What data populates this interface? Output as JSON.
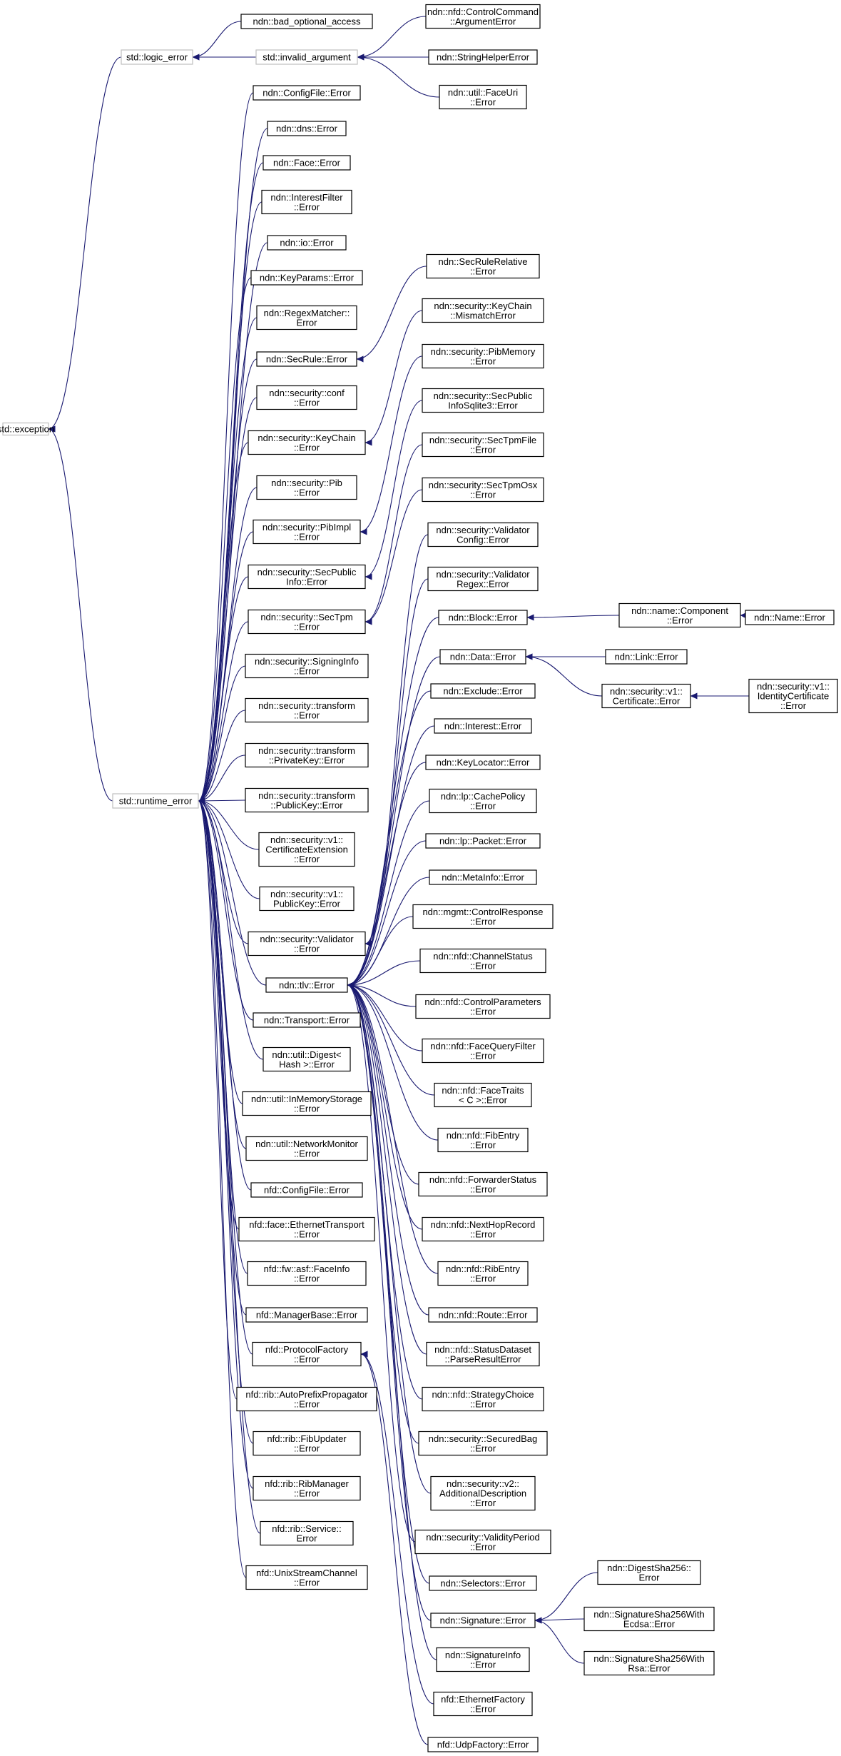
{
  "colors": {
    "edge": "#191970",
    "border": "#000000",
    "external_border": "#bfbfbf",
    "background": "#ffffff"
  },
  "nodes": [
    {
      "id": "std_exception",
      "lines": [
        "std::exception"
      ],
      "external": true
    },
    {
      "id": "std_logic_error",
      "lines": [
        "std::logic_error"
      ],
      "external": true
    },
    {
      "id": "std_runtime_error",
      "lines": [
        "std::runtime_error"
      ],
      "external": true
    },
    {
      "id": "bad_optional_access",
      "lines": [
        "ndn::bad_optional_access"
      ]
    },
    {
      "id": "std_invalid_argument",
      "lines": [
        "std::invalid_argument"
      ],
      "external": true
    },
    {
      "id": "controlcommand_argerr",
      "lines": [
        "ndn::nfd::ControlCommand",
        "::ArgumentError"
      ]
    },
    {
      "id": "stringhelper_err",
      "lines": [
        "ndn::StringHelperError"
      ]
    },
    {
      "id": "faceuri_err",
      "lines": [
        "ndn::util::FaceUri",
        "::Error"
      ]
    },
    {
      "id": "configfile_err",
      "lines": [
        "ndn::ConfigFile::Error"
      ]
    },
    {
      "id": "dns_err",
      "lines": [
        "ndn::dns::Error"
      ]
    },
    {
      "id": "face_err",
      "lines": [
        "ndn::Face::Error"
      ]
    },
    {
      "id": "interestfilter_err",
      "lines": [
        "ndn::InterestFilter",
        "::Error"
      ]
    },
    {
      "id": "io_err",
      "lines": [
        "ndn::io::Error"
      ]
    },
    {
      "id": "keyparams_err",
      "lines": [
        "ndn::KeyParams::Error"
      ]
    },
    {
      "id": "regexmatcher_err",
      "lines": [
        "ndn::RegexMatcher::",
        "Error"
      ]
    },
    {
      "id": "secrule_err",
      "lines": [
        "ndn::SecRule::Error"
      ]
    },
    {
      "id": "security_conf_err",
      "lines": [
        "ndn::security::conf",
        "::Error"
      ]
    },
    {
      "id": "keychain_err",
      "lines": [
        "ndn::security::KeyChain",
        "::Error"
      ]
    },
    {
      "id": "pib_err",
      "lines": [
        "ndn::security::Pib",
        "::Error"
      ]
    },
    {
      "id": "pibimpl_err",
      "lines": [
        "ndn::security::PibImpl",
        "::Error"
      ]
    },
    {
      "id": "secpublicinfo_err",
      "lines": [
        "ndn::security::SecPublic",
        "Info::Error"
      ]
    },
    {
      "id": "sectpm_err",
      "lines": [
        "ndn::security::SecTpm",
        "::Error"
      ]
    },
    {
      "id": "signinginfo_err",
      "lines": [
        "ndn::security::SigningInfo",
        "::Error"
      ]
    },
    {
      "id": "transform_err",
      "lines": [
        "ndn::security::transform",
        "::Error"
      ]
    },
    {
      "id": "transform_privkey_err",
      "lines": [
        "ndn::security::transform",
        "::PrivateKey::Error"
      ]
    },
    {
      "id": "transform_pubkey_err",
      "lines": [
        "ndn::security::transform",
        "::PublicKey::Error"
      ]
    },
    {
      "id": "v1_certext_err",
      "lines": [
        "ndn::security::v1::",
        "CertificateExtension",
        "::Error"
      ]
    },
    {
      "id": "v1_pubkey_err",
      "lines": [
        "ndn::security::v1::",
        "PublicKey::Error"
      ]
    },
    {
      "id": "validator_err",
      "lines": [
        "ndn::security::Validator",
        "::Error"
      ]
    },
    {
      "id": "tlv_err",
      "lines": [
        "ndn::tlv::Error"
      ]
    },
    {
      "id": "transport_err",
      "lines": [
        "ndn::Transport::Error"
      ]
    },
    {
      "id": "digest_err",
      "lines": [
        "ndn::util::Digest<",
        "Hash >::Error"
      ]
    },
    {
      "id": "inmemorystorage_err",
      "lines": [
        "ndn::util::InMemoryStorage",
        "::Error"
      ]
    },
    {
      "id": "networkmonitor_err",
      "lines": [
        "ndn::util::NetworkMonitor",
        "::Error"
      ]
    },
    {
      "id": "nfd_configfile_err",
      "lines": [
        "nfd::ConfigFile::Error"
      ]
    },
    {
      "id": "ethernettransport_err",
      "lines": [
        "nfd::face::EthernetTransport",
        "::Error"
      ]
    },
    {
      "id": "faceinfo_err",
      "lines": [
        "nfd::fw::asf::FaceInfo",
        "::Error"
      ]
    },
    {
      "id": "managerbase_err",
      "lines": [
        "nfd::ManagerBase::Error"
      ]
    },
    {
      "id": "protocolfactory_err",
      "lines": [
        "nfd::ProtocolFactory",
        "::Error"
      ]
    },
    {
      "id": "autoprefix_err",
      "lines": [
        "nfd::rib::AutoPrefixPropagator",
        "::Error"
      ]
    },
    {
      "id": "fibupdater_err",
      "lines": [
        "nfd::rib::FibUpdater",
        "::Error"
      ]
    },
    {
      "id": "ribmanager_err",
      "lines": [
        "nfd::rib::RibManager",
        "::Error"
      ]
    },
    {
      "id": "rib_service_err",
      "lines": [
        "nfd::rib::Service::",
        "Error"
      ]
    },
    {
      "id": "unixstream_err",
      "lines": [
        "nfd::UnixStreamChannel",
        "::Error"
      ]
    },
    {
      "id": "secrulerelative_err",
      "lines": [
        "ndn::SecRuleRelative",
        "::Error"
      ]
    },
    {
      "id": "keychain_mismatch",
      "lines": [
        "ndn::security::KeyChain",
        "::MismatchError"
      ]
    },
    {
      "id": "pibmemory_err",
      "lines": [
        "ndn::security::PibMemory",
        "::Error"
      ]
    },
    {
      "id": "secpublicsqlite_err",
      "lines": [
        "ndn::security::SecPublic",
        "InfoSqlite3::Error"
      ]
    },
    {
      "id": "sectpmfile_err",
      "lines": [
        "ndn::security::SecTpmFile",
        "::Error"
      ]
    },
    {
      "id": "sectpmosx_err",
      "lines": [
        "ndn::security::SecTpmOsx",
        "::Error"
      ]
    },
    {
      "id": "validatorconfig_err",
      "lines": [
        "ndn::security::Validator",
        "Config::Error"
      ]
    },
    {
      "id": "validatorregex_err",
      "lines": [
        "ndn::security::Validator",
        "Regex::Error"
      ]
    },
    {
      "id": "block_err",
      "lines": [
        "ndn::Block::Error"
      ]
    },
    {
      "id": "component_err",
      "lines": [
        "ndn::name::Component",
        "::Error"
      ]
    },
    {
      "id": "name_err",
      "lines": [
        "ndn::Name::Error"
      ]
    },
    {
      "id": "data_err",
      "lines": [
        "ndn::Data::Error"
      ]
    },
    {
      "id": "link_err",
      "lines": [
        "ndn::Link::Error"
      ]
    },
    {
      "id": "v1_cert_err",
      "lines": [
        "ndn::security::v1::",
        "Certificate::Error"
      ]
    },
    {
      "id": "v1_identcert_err",
      "lines": [
        "ndn::security::v1::",
        "IdentityCertificate",
        "::Error"
      ]
    },
    {
      "id": "exclude_err",
      "lines": [
        "ndn::Exclude::Error"
      ]
    },
    {
      "id": "interest_err",
      "lines": [
        "ndn::Interest::Error"
      ]
    },
    {
      "id": "keylocator_err",
      "lines": [
        "ndn::KeyLocator::Error"
      ]
    },
    {
      "id": "lp_cachepolicy_err",
      "lines": [
        "ndn::lp::CachePolicy",
        "::Error"
      ]
    },
    {
      "id": "lp_packet_err",
      "lines": [
        "ndn::lp::Packet::Error"
      ]
    },
    {
      "id": "metainfo_err",
      "lines": [
        "ndn::MetaInfo::Error"
      ]
    },
    {
      "id": "controlresponse_err",
      "lines": [
        "ndn::mgmt::ControlResponse",
        "::Error"
      ]
    },
    {
      "id": "channelstatus_err",
      "lines": [
        "ndn::nfd::ChannelStatus",
        "::Error"
      ]
    },
    {
      "id": "controlparams_err",
      "lines": [
        "ndn::nfd::ControlParameters",
        "::Error"
      ]
    },
    {
      "id": "facequeryfilter_err",
      "lines": [
        "ndn::nfd::FaceQueryFilter",
        "::Error"
      ]
    },
    {
      "id": "facetraits_err",
      "lines": [
        "ndn::nfd::FaceTraits",
        "< C >::Error"
      ]
    },
    {
      "id": "fibentry_err",
      "lines": [
        "ndn::nfd::FibEntry",
        "::Error"
      ]
    },
    {
      "id": "forwarderstatus_err",
      "lines": [
        "ndn::nfd::ForwarderStatus",
        "::Error"
      ]
    },
    {
      "id": "nexthoprecord_err",
      "lines": [
        "ndn::nfd::NextHopRecord",
        "::Error"
      ]
    },
    {
      "id": "ribentry_err",
      "lines": [
        "ndn::nfd::RibEntry",
        "::Error"
      ]
    },
    {
      "id": "route_err",
      "lines": [
        "ndn::nfd::Route::Error"
      ]
    },
    {
      "id": "statusdataset_err",
      "lines": [
        "ndn::nfd::StatusDataset",
        "::ParseResultError"
      ]
    },
    {
      "id": "strategychoice_err",
      "lines": [
        "ndn::nfd::StrategyChoice",
        "::Error"
      ]
    },
    {
      "id": "securedbag_err",
      "lines": [
        "ndn::security::SecuredBag",
        "::Error"
      ]
    },
    {
      "id": "v2_adddesc_err",
      "lines": [
        "ndn::security::v2::",
        "AdditionalDescription",
        "::Error"
      ]
    },
    {
      "id": "validityperiod_err",
      "lines": [
        "ndn::security::ValidityPeriod",
        "::Error"
      ]
    },
    {
      "id": "selectors_err",
      "lines": [
        "ndn::Selectors::Error"
      ]
    },
    {
      "id": "signature_err",
      "lines": [
        "ndn::Signature::Error"
      ]
    },
    {
      "id": "digestsha256_err",
      "lines": [
        "ndn::DigestSha256::",
        "Error"
      ]
    },
    {
      "id": "sigecdsa_err",
      "lines": [
        "ndn::SignatureSha256With",
        "Ecdsa::Error"
      ]
    },
    {
      "id": "sigrsa_err",
      "lines": [
        "ndn::SignatureSha256With",
        "Rsa::Error"
      ]
    },
    {
      "id": "signatureinfo_err",
      "lines": [
        "ndn::SignatureInfo",
        "::Error"
      ]
    },
    {
      "id": "ethernetfactory_err",
      "lines": [
        "nfd::EthernetFactory",
        "::Error"
      ]
    },
    {
      "id": "udpfactory_err",
      "lines": [
        "nfd::UdpFactory::Error"
      ]
    }
  ],
  "edges": [
    [
      "std_logic_error",
      "std_exception"
    ],
    [
      "std_runtime_error",
      "std_exception"
    ],
    [
      "bad_optional_access",
      "std_logic_error"
    ],
    [
      "std_invalid_argument",
      "std_logic_error"
    ],
    [
      "controlcommand_argerr",
      "std_invalid_argument"
    ],
    [
      "stringhelper_err",
      "std_invalid_argument"
    ],
    [
      "faceuri_err",
      "std_invalid_argument"
    ],
    [
      "configfile_err",
      "std_runtime_error"
    ],
    [
      "dns_err",
      "std_runtime_error"
    ],
    [
      "face_err",
      "std_runtime_error"
    ],
    [
      "interestfilter_err",
      "std_runtime_error"
    ],
    [
      "io_err",
      "std_runtime_error"
    ],
    [
      "keyparams_err",
      "std_runtime_error"
    ],
    [
      "regexmatcher_err",
      "std_runtime_error"
    ],
    [
      "secrule_err",
      "std_runtime_error"
    ],
    [
      "security_conf_err",
      "std_runtime_error"
    ],
    [
      "keychain_err",
      "std_runtime_error"
    ],
    [
      "pib_err",
      "std_runtime_error"
    ],
    [
      "pibimpl_err",
      "std_runtime_error"
    ],
    [
      "secpublicinfo_err",
      "std_runtime_error"
    ],
    [
      "sectpm_err",
      "std_runtime_error"
    ],
    [
      "signinginfo_err",
      "std_runtime_error"
    ],
    [
      "transform_err",
      "std_runtime_error"
    ],
    [
      "transform_privkey_err",
      "std_runtime_error"
    ],
    [
      "transform_pubkey_err",
      "std_runtime_error"
    ],
    [
      "v1_certext_err",
      "std_runtime_error"
    ],
    [
      "v1_pubkey_err",
      "std_runtime_error"
    ],
    [
      "validator_err",
      "std_runtime_error"
    ],
    [
      "tlv_err",
      "std_runtime_error"
    ],
    [
      "transport_err",
      "std_runtime_error"
    ],
    [
      "digest_err",
      "std_runtime_error"
    ],
    [
      "inmemorystorage_err",
      "std_runtime_error"
    ],
    [
      "networkmonitor_err",
      "std_runtime_error"
    ],
    [
      "nfd_configfile_err",
      "std_runtime_error"
    ],
    [
      "ethernettransport_err",
      "std_runtime_error"
    ],
    [
      "faceinfo_err",
      "std_runtime_error"
    ],
    [
      "managerbase_err",
      "std_runtime_error"
    ],
    [
      "protocolfactory_err",
      "std_runtime_error"
    ],
    [
      "autoprefix_err",
      "std_runtime_error"
    ],
    [
      "fibupdater_err",
      "std_runtime_error"
    ],
    [
      "ribmanager_err",
      "std_runtime_error"
    ],
    [
      "rib_service_err",
      "std_runtime_error"
    ],
    [
      "unixstream_err",
      "std_runtime_error"
    ],
    [
      "secrulerelative_err",
      "secrule_err"
    ],
    [
      "keychain_mismatch",
      "keychain_err"
    ],
    [
      "pibmemory_err",
      "pibimpl_err"
    ],
    [
      "secpublicsqlite_err",
      "secpublicinfo_err"
    ],
    [
      "sectpmfile_err",
      "sectpm_err"
    ],
    [
      "sectpmosx_err",
      "sectpm_err"
    ],
    [
      "validatorconfig_err",
      "validator_err"
    ],
    [
      "validatorregex_err",
      "validator_err"
    ],
    [
      "block_err",
      "tlv_err"
    ],
    [
      "component_err",
      "block_err"
    ],
    [
      "name_err",
      "component_err"
    ],
    [
      "data_err",
      "tlv_err"
    ],
    [
      "link_err",
      "data_err"
    ],
    [
      "v1_cert_err",
      "data_err"
    ],
    [
      "v1_identcert_err",
      "v1_cert_err"
    ],
    [
      "exclude_err",
      "tlv_err"
    ],
    [
      "interest_err",
      "tlv_err"
    ],
    [
      "keylocator_err",
      "tlv_err"
    ],
    [
      "lp_cachepolicy_err",
      "tlv_err"
    ],
    [
      "lp_packet_err",
      "tlv_err"
    ],
    [
      "metainfo_err",
      "tlv_err"
    ],
    [
      "controlresponse_err",
      "tlv_err"
    ],
    [
      "channelstatus_err",
      "tlv_err"
    ],
    [
      "controlparams_err",
      "tlv_err"
    ],
    [
      "facequeryfilter_err",
      "tlv_err"
    ],
    [
      "facetraits_err",
      "tlv_err"
    ],
    [
      "fibentry_err",
      "tlv_err"
    ],
    [
      "forwarderstatus_err",
      "tlv_err"
    ],
    [
      "nexthoprecord_err",
      "tlv_err"
    ],
    [
      "ribentry_err",
      "tlv_err"
    ],
    [
      "route_err",
      "tlv_err"
    ],
    [
      "statusdataset_err",
      "tlv_err"
    ],
    [
      "strategychoice_err",
      "tlv_err"
    ],
    [
      "securedbag_err",
      "tlv_err"
    ],
    [
      "v2_adddesc_err",
      "tlv_err"
    ],
    [
      "validityperiod_err",
      "tlv_err"
    ],
    [
      "selectors_err",
      "tlv_err"
    ],
    [
      "signature_err",
      "tlv_err"
    ],
    [
      "digestsha256_err",
      "signature_err"
    ],
    [
      "sigecdsa_err",
      "signature_err"
    ],
    [
      "sigrsa_err",
      "signature_err"
    ],
    [
      "signatureinfo_err",
      "tlv_err"
    ],
    [
      "ethernetfactory_err",
      "protocolfactory_err"
    ],
    [
      "udpfactory_err",
      "protocolfactory_err"
    ]
  ]
}
